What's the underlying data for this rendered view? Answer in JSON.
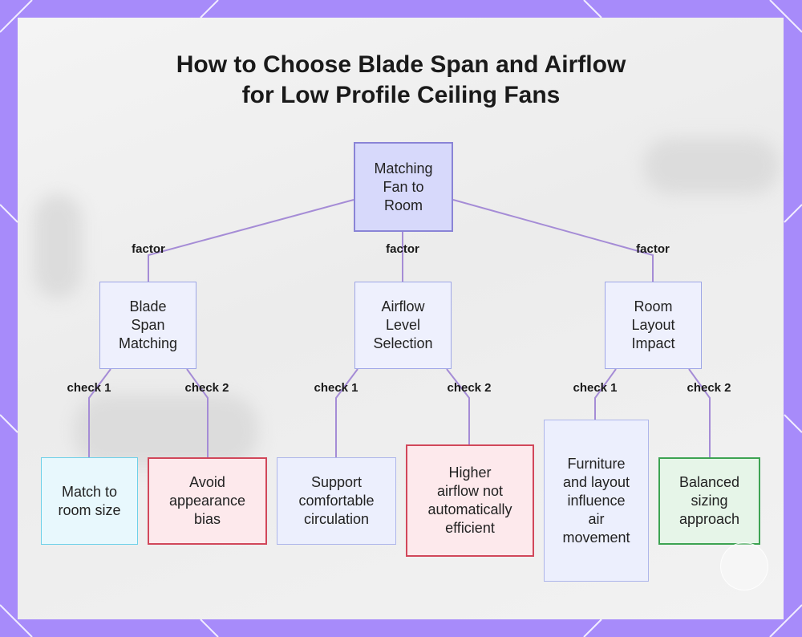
{
  "title": {
    "line1": "How to Choose Blade Span and Airflow",
    "line2": "for Low Profile Ceiling Fans"
  },
  "colors": {
    "frame": "#a78bfa",
    "edge": "#a58cd6",
    "root_fill": "#d7d9fb",
    "red_border": "#d1475a",
    "green_border": "#3da352",
    "cyan_border": "#6dd0e8"
  },
  "nodes": {
    "root": "Matching\nFan to\nRoom",
    "blade": "Blade\nSpan\nMatching",
    "airflow": "Airflow\nLevel\nSelection",
    "layout": "Room\nLayout\nImpact",
    "match_size": "Match to\nroom size",
    "avoid_bias": "Avoid\nappearance\nbias",
    "support_circ": "Support\ncomfortable\ncirculation",
    "higher_airflow": "Higher\nairflow not\nautomatically\nefficient",
    "furniture": "Furniture\nand layout\ninfluence\nair\nmovement",
    "balanced": "Balanced\nsizing\napproach"
  },
  "edge_labels": {
    "factor_blade": "factor",
    "factor_airflow": "factor",
    "factor_layout": "factor",
    "blade_check1": "check 1",
    "blade_check2": "check 2",
    "airflow_check1": "check 1",
    "airflow_check2": "check 2",
    "layout_check1": "check 1",
    "layout_check2": "check 2"
  }
}
